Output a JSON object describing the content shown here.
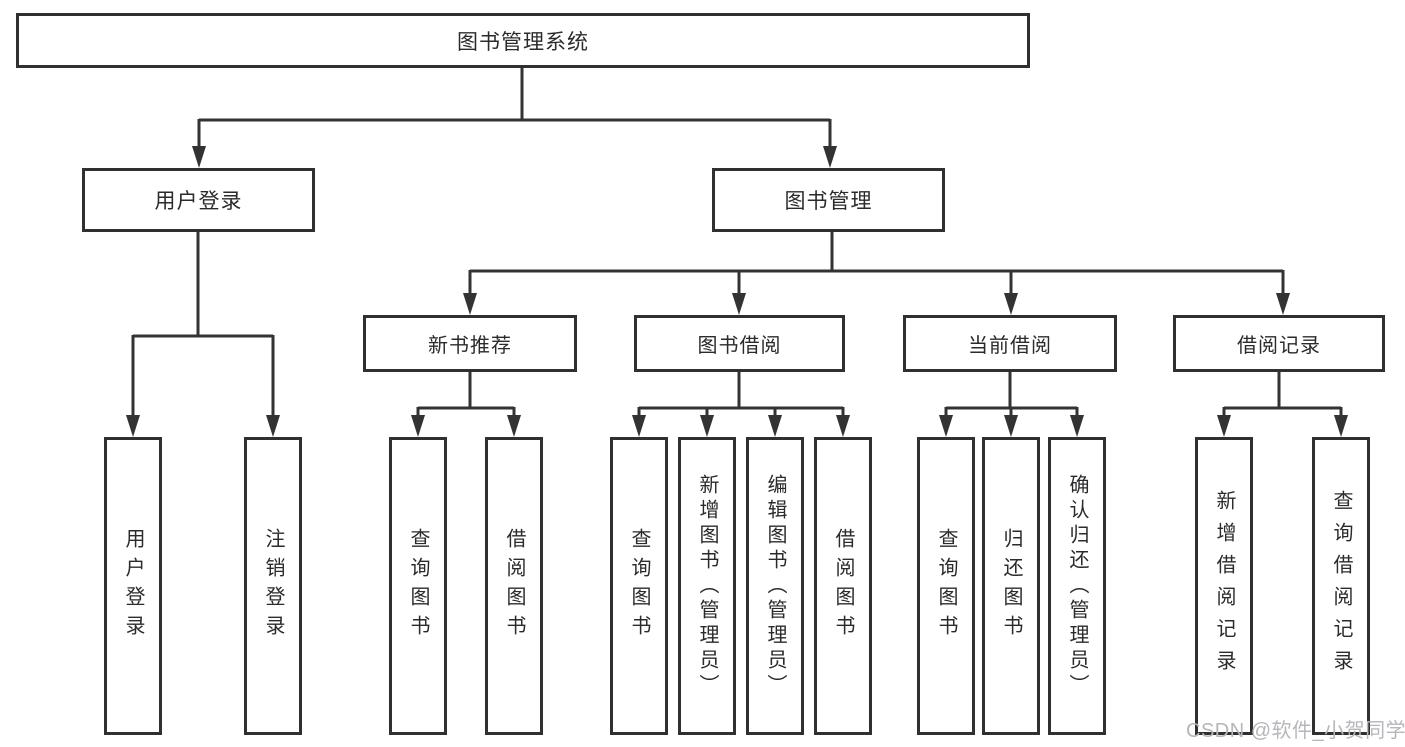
{
  "tree": {
    "label": "图书管理系统",
    "children": [
      {
        "label": "用户登录",
        "children": [
          {
            "label": "用户登录"
          },
          {
            "label": "注销登录"
          }
        ]
      },
      {
        "label": "图书管理",
        "children": [
          {
            "label": "新书推荐",
            "children": [
              {
                "label": "查询图书"
              },
              {
                "label": "借阅图书"
              }
            ]
          },
          {
            "label": "图书借阅",
            "children": [
              {
                "label": "查询图书"
              },
              {
                "label": "新增图书（管理员）"
              },
              {
                "label": "编辑图书（管理员）"
              },
              {
                "label": "借阅图书"
              }
            ]
          },
          {
            "label": "当前借阅",
            "children": [
              {
                "label": "查询图书"
              },
              {
                "label": "归还图书"
              },
              {
                "label": "确认归还（管理员）"
              }
            ]
          },
          {
            "label": "借阅记录",
            "children": [
              {
                "label": "新增借阅记录"
              },
              {
                "label": "查询借阅记录"
              }
            ]
          }
        ]
      }
    ]
  },
  "watermark": "CSDN @软件_小贺同学",
  "colors": {
    "line": "#333333",
    "box_border": "#303030",
    "text": "#2b2b2e",
    "watermark": "#b6b6bb",
    "background": "#ffffff"
  }
}
